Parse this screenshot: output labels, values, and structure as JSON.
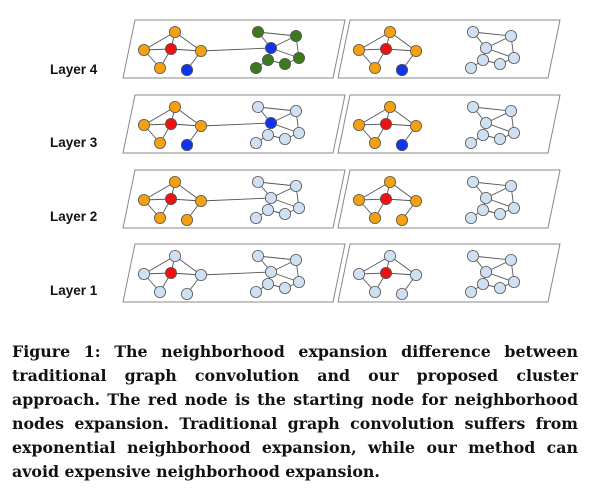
{
  "figure": {
    "layers": [
      {
        "label": "Layer 4",
        "left": {
          "center": "orange",
          "cluster": "green",
          "extra_blue": true,
          "bridge_blue": true
        },
        "right": {
          "center": "orange",
          "cluster": "white",
          "extra_blue": true,
          "bridge_blue": false
        }
      },
      {
        "label": "Layer 3",
        "left": {
          "center": "orange",
          "cluster": "white",
          "extra_blue": true,
          "bridge_blue": true
        },
        "right": {
          "center": "orange",
          "cluster": "white",
          "extra_blue": true,
          "bridge_blue": false
        }
      },
      {
        "label": "Layer 2",
        "left": {
          "center": "orange",
          "cluster": "white",
          "extra_blue": false,
          "bridge_blue": false
        },
        "right": {
          "center": "orange",
          "cluster": "white",
          "extra_blue": false,
          "bridge_blue": false
        }
      },
      {
        "label": "Layer 1",
        "left": {
          "center": "white",
          "cluster": "white",
          "extra_blue": false,
          "bridge_blue": false
        },
        "right": {
          "center": "white",
          "cluster": "white",
          "extra_blue": false,
          "bridge_blue": false
        }
      }
    ]
  },
  "colors": {
    "red": "#ee1111",
    "orange": "#f5a00f",
    "blue": "#1133ee",
    "green": "#3d7a1e",
    "white": "#cfe0f3",
    "edge": "#555555",
    "panel_border": "#888888"
  },
  "caption": "Figure 1: The neighborhood expansion difference between traditional graph convolution and our proposed cluster approach. The red node is the starting node for neighborhood nodes expansion. Traditional graph convolution suffers from exponential neighborhood expansion, while our method can avoid expensive neighborhood expansion."
}
